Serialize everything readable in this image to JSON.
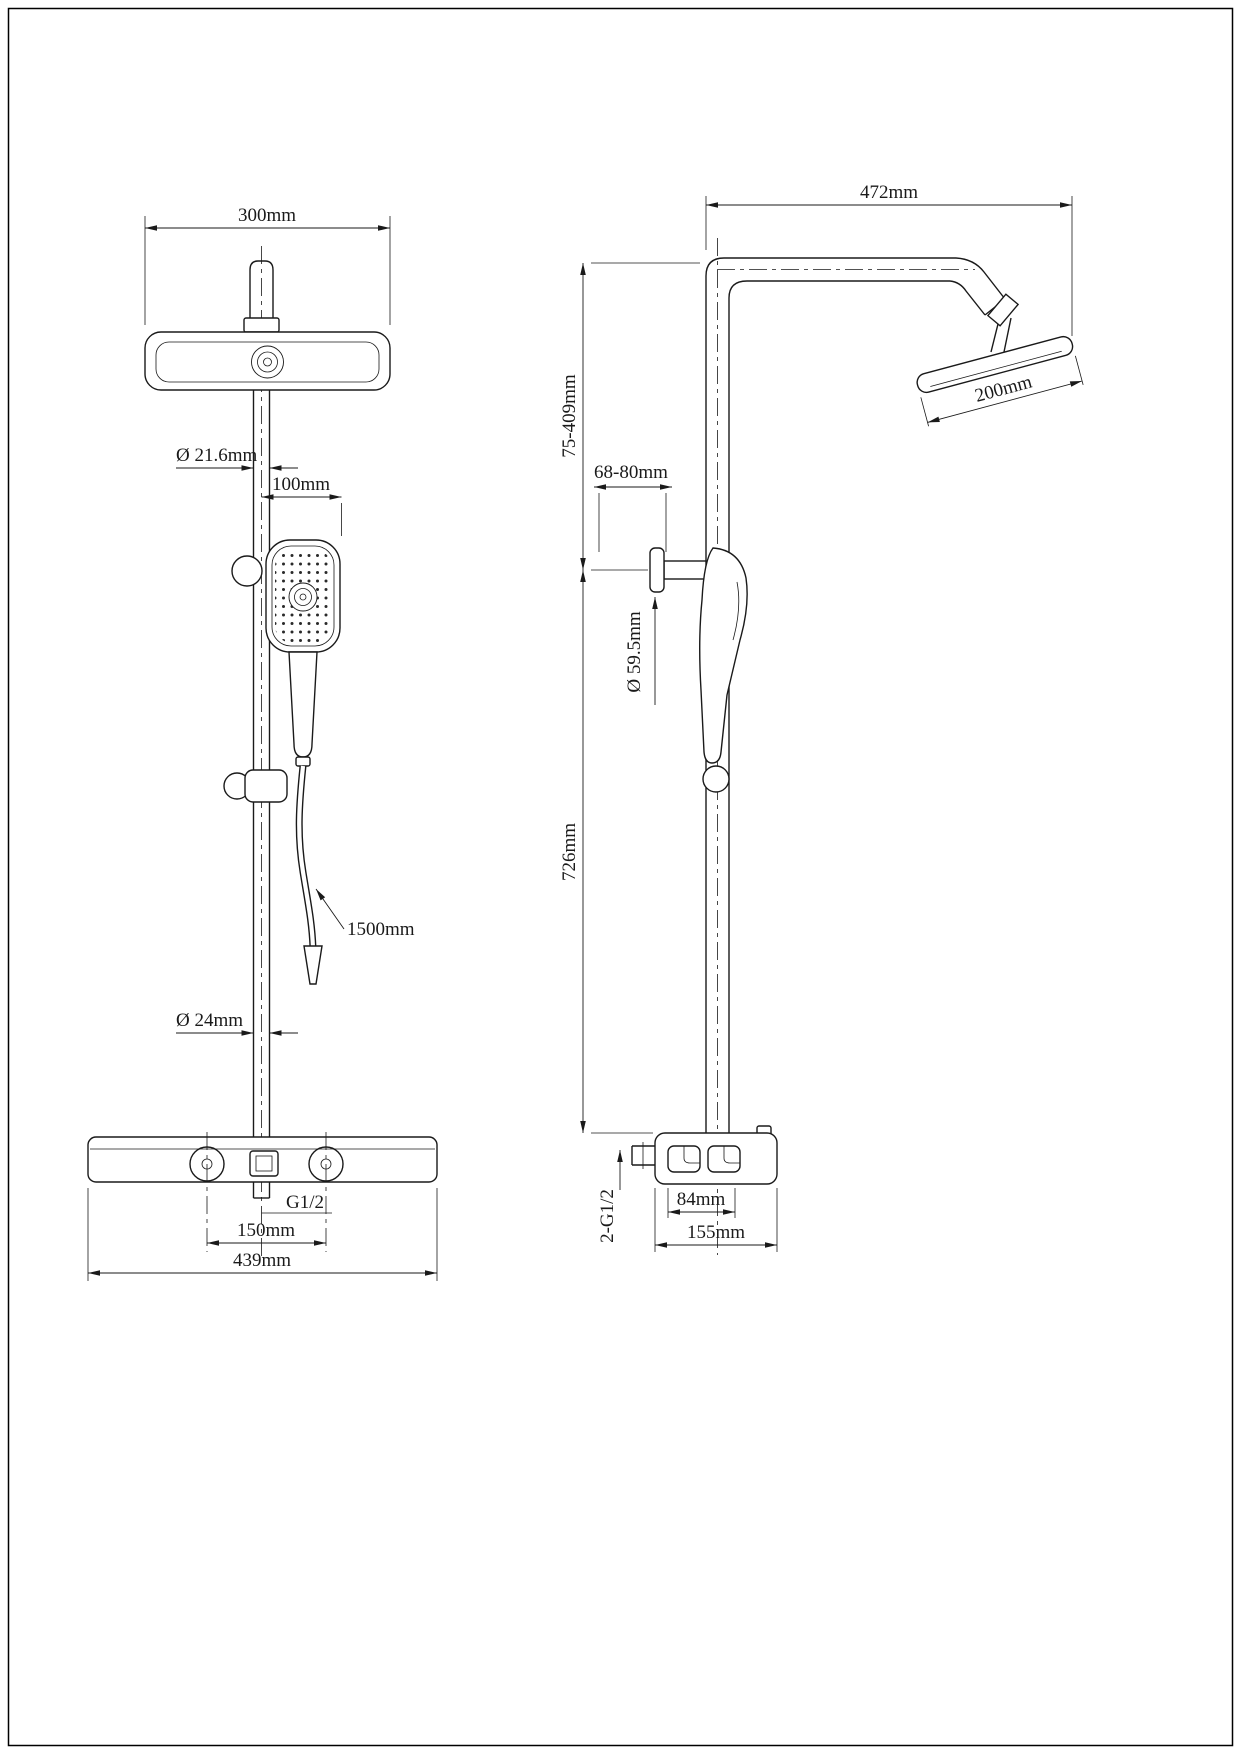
{
  "drawing": {
    "background": "#ffffff",
    "line_color": "#1a1a1a"
  },
  "front_view": {
    "head_width": "300mm",
    "pipe_diameter": "Ø 21.6mm",
    "hand_shower_offset": "100mm",
    "hose_length": "1500mm",
    "lower_pipe_diameter": "Ø 24mm",
    "outlet_thread": "G1/2",
    "handle_spacing": "150mm",
    "bar_width": "439mm"
  },
  "side_view": {
    "arm_reach": "472mm",
    "head_depth": "200mm",
    "riser_adjust_range": "75-409mm",
    "holder_offset_range": "68-80mm",
    "holder_diameter": "Ø 59.5mm",
    "riser_height": "726mm",
    "inlet_thread": "2-G1/2",
    "valve_port_spacing": "84mm",
    "valve_width": "155mm"
  }
}
